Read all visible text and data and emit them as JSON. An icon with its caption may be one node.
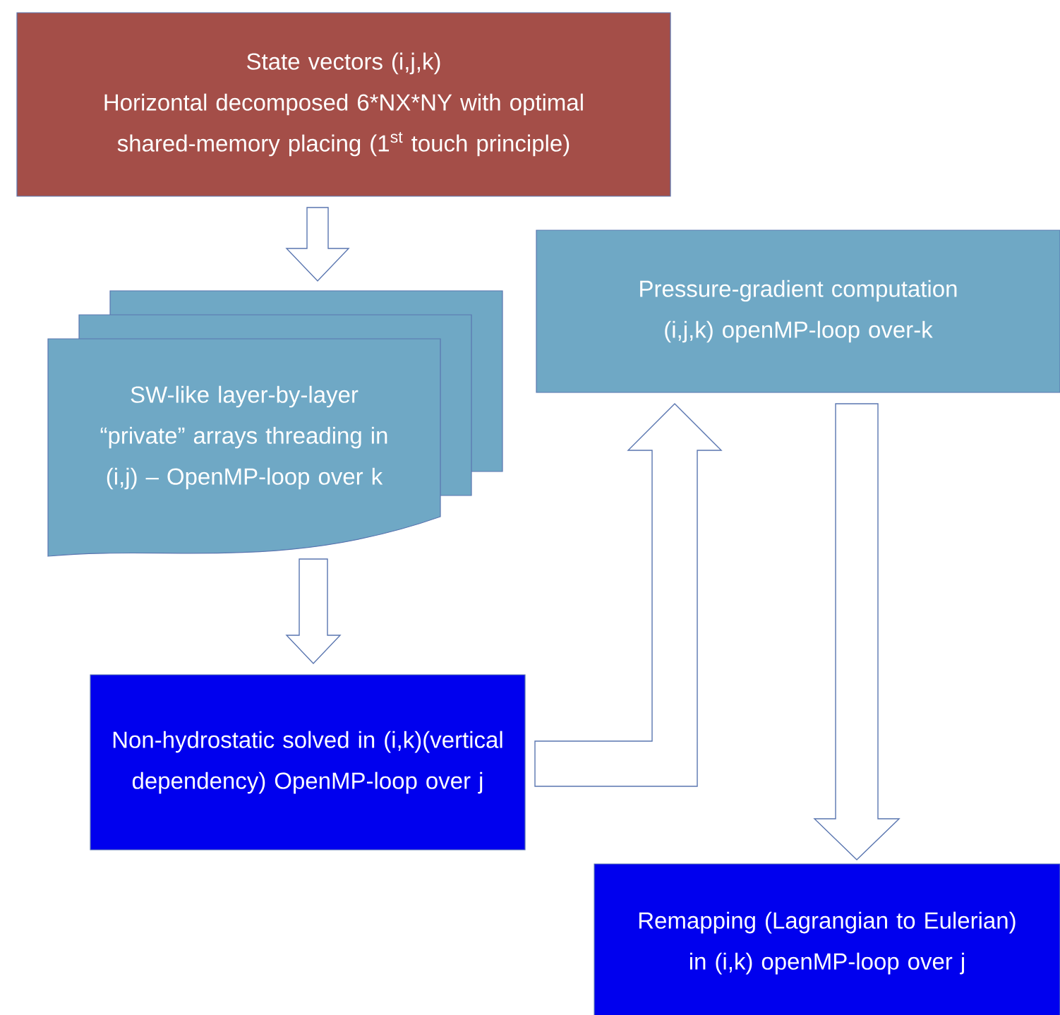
{
  "diagram": {
    "nodes": [
      {
        "text": [
          "State vectors (i,j,k)",
          "Horizontal decomposed 6*NX*NY with optimal shared-memory placing (1$^{st}$ touch principle)"
        ]
      },
      {
        "text": [
          "SW-like layer-by-layer “private” arrays threading in (i,j) – OpenMP-loop over k"
        ]
      },
      {
        "text": [
          "Non-hydrostatic solved in (i,k)(vertical dependency) OpenMP-loop over j"
        ]
      },
      {
        "text": [
          "Pressure-gradient computation (i,j,k) openMP-loop over-k"
        ]
      },
      {
        "text": [
          "Remapping (Lagrangian to Eulerian) in (i,k) openMP-loop over j"
        ]
      }
    ],
    "edges": [
      {
        "from": 0,
        "to": 1,
        "arrow": "to"
      },
      {
        "from": 1,
        "to": 2,
        "arrow": "to"
      },
      {
        "from": 2,
        "to": 3,
        "arrow": "to"
      },
      {
        "from": 3,
        "to": 4,
        "arrow": "to"
      }
    ]
  }
}
